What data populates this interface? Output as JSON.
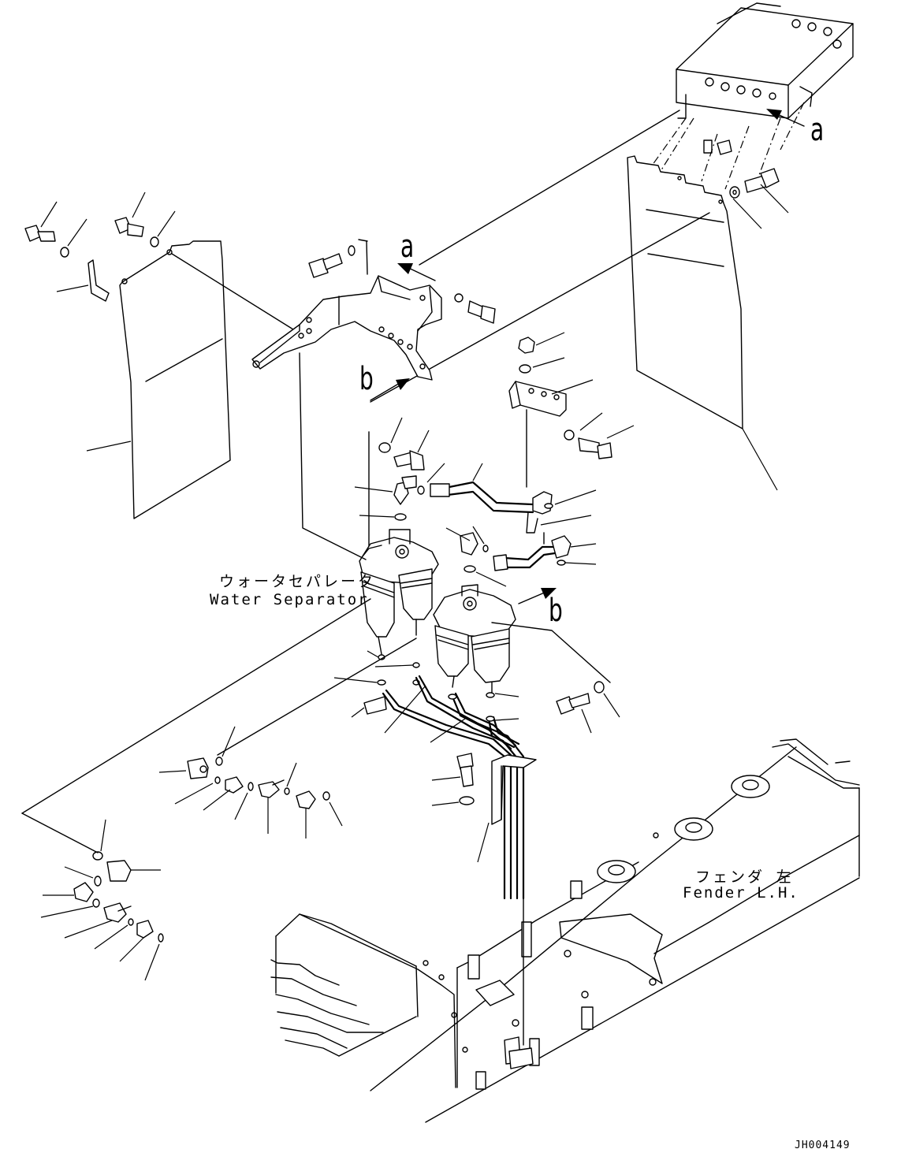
{
  "labels": {
    "water_separator_jp": "ウォータセパレータ",
    "water_separator_en": "Water Separator",
    "fender_jp": "フェンダ 左",
    "fender_en": "Fender L.H.",
    "view_a_top": "a",
    "view_a_mid": "a",
    "view_b_mid": "b",
    "view_b_lower": "b",
    "drawing_code": "JH004149"
  },
  "icons": {
    "bolt": "bolt-icon",
    "washer": "washer-icon",
    "nut": "nut-icon",
    "oring": "o-ring-icon",
    "arrow": "view-arrow-icon"
  },
  "colors": {
    "line": "#000000",
    "background": "#ffffff"
  }
}
